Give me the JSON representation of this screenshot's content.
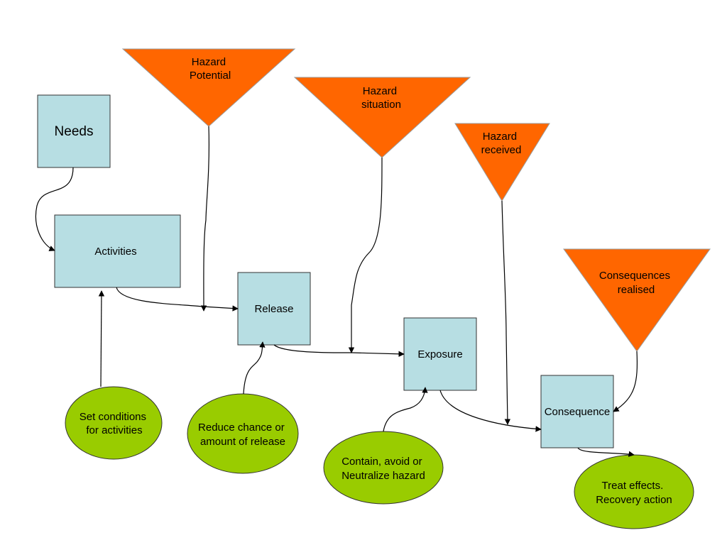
{
  "colors": {
    "box_fill": "#B7DEE3",
    "triangle_fill": "#FF6600",
    "ellipse_fill": "#99CC00",
    "line": "#000000"
  },
  "boxes": {
    "needs": "Needs",
    "activities": "Activities",
    "release": "Release",
    "exposure": "Exposure",
    "consequence": "Consequence"
  },
  "hazards": {
    "potential": [
      "Hazard",
      "Potential"
    ],
    "situation": [
      "Hazard",
      "situation"
    ],
    "received": [
      "Hazard",
      "received"
    ],
    "realised": [
      "Consequences",
      "realised"
    ]
  },
  "controls": {
    "set_conditions": [
      "Set conditions",
      "for activities"
    ],
    "reduce_release": [
      "Reduce chance or",
      "amount of release"
    ],
    "contain_hazard": [
      "Contain, avoid or",
      "Neutralize hazard"
    ],
    "treat_effects": [
      "Treat effects.",
      "Recovery action"
    ]
  }
}
